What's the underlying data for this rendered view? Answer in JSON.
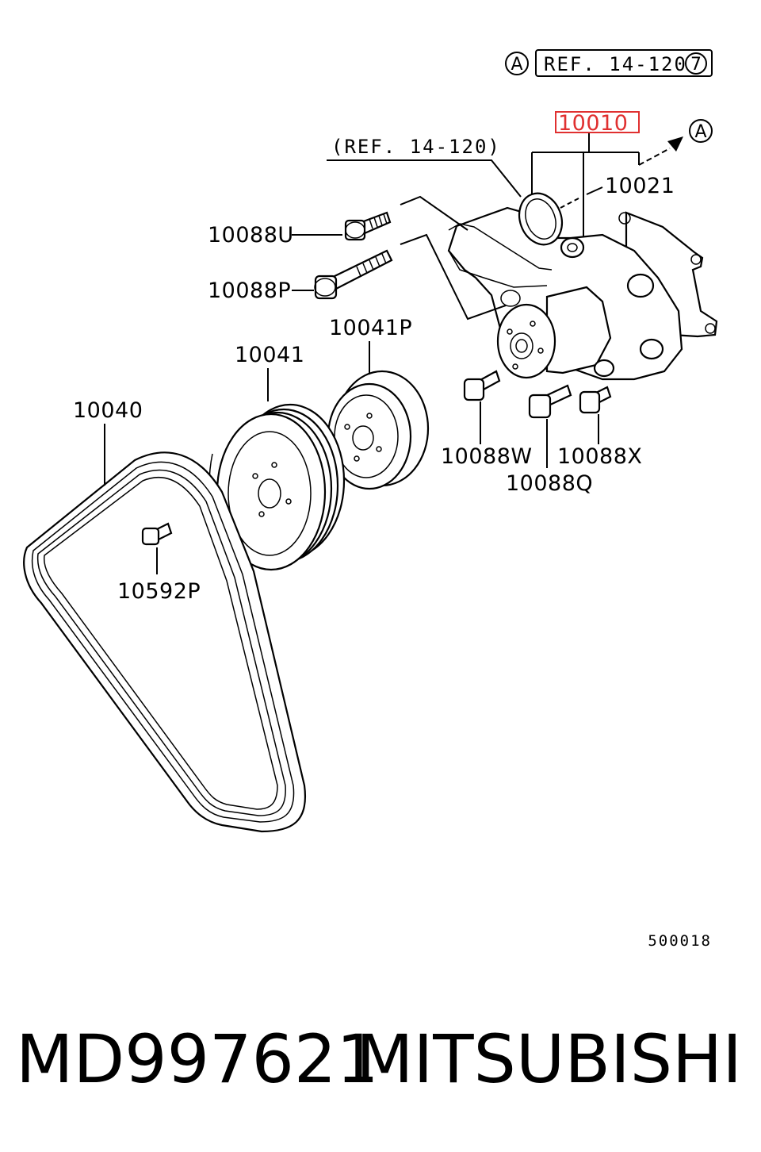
{
  "ref_box": {
    "marker": "A",
    "text": "REF. 14-120",
    "number": "7"
  },
  "ref_text": "(REF. 14-120)",
  "arrow_marker": "A",
  "highlight": {
    "label": "10010",
    "color": "#e03030"
  },
  "labels": {
    "p10021": "10021",
    "p10088u": "10088U",
    "p10088p": "10088P",
    "p10041p": "10041P",
    "p10041": "10041",
    "p10040": "10040",
    "p10088w": "10088W",
    "p10088x": "10088X",
    "p10088q": "10088Q",
    "p10592p": "10592P"
  },
  "diagram_code": "500018",
  "footer": {
    "part_number": "MD997621",
    "brand": "MITSUBISHI"
  }
}
